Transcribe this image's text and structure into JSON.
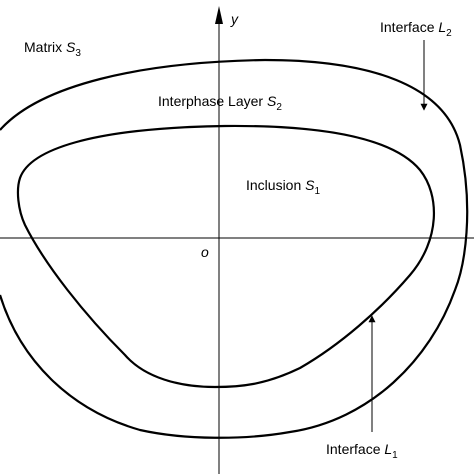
{
  "labels": {
    "matrix": {
      "text": "Matrix ",
      "symbol": "S",
      "sub": "3"
    },
    "interphase": {
      "text": "Interphase Layer ",
      "symbol": "S",
      "sub": "2"
    },
    "inclusion": {
      "text": "Inclusion ",
      "symbol": "S",
      "sub": "1"
    },
    "interface_outer": {
      "text": "Interface ",
      "symbol": "L",
      "sub": "2"
    },
    "interface_inner": {
      "text": "Interface ",
      "symbol": "L",
      "sub": "1"
    },
    "origin": "o",
    "y_axis": "y"
  },
  "colors": {
    "stroke": "#000000",
    "background": "#ffffff"
  }
}
